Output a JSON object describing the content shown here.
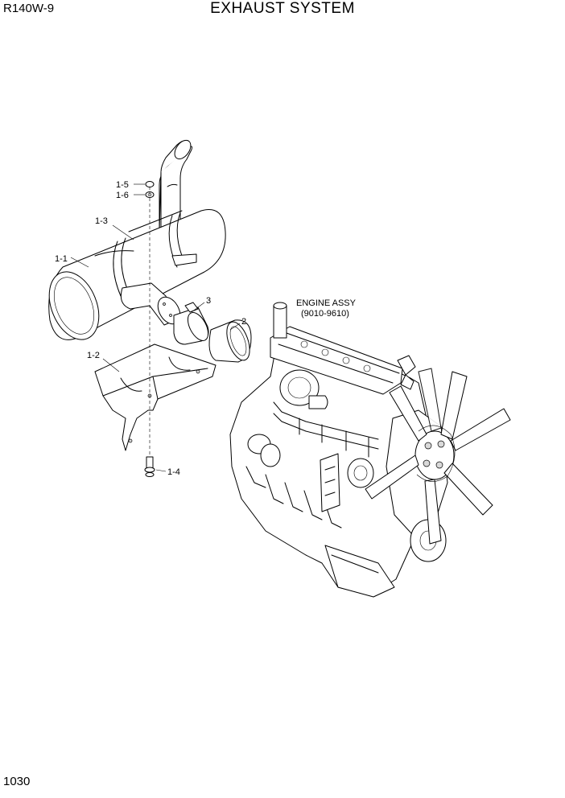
{
  "header": {
    "model": "R140W-9",
    "title": "EXHAUST SYSTEM"
  },
  "footer": {
    "page_number": "1030"
  },
  "callouts": {
    "p1_5": "1-5",
    "p1_6": "1-6",
    "p1_3": "1-3",
    "p1_1": "1-1",
    "p3": "3",
    "p2": "2",
    "p1_2": "1-2",
    "p1_4": "1-4"
  },
  "engine_note": {
    "line1": "ENGINE ASSY",
    "line2": "(9010-9610)"
  }
}
